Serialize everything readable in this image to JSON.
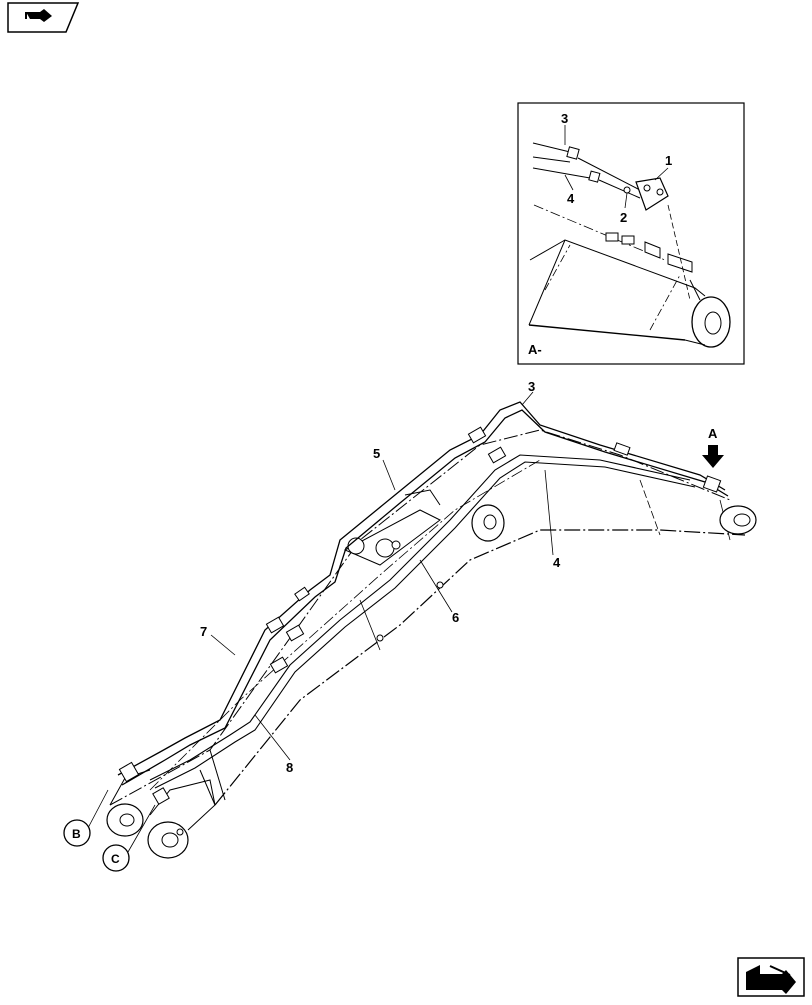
{
  "inset": {
    "label": "A-",
    "callouts": {
      "c1": "1",
      "c2": "2",
      "c3": "3",
      "c4": "4"
    }
  },
  "main": {
    "view_arrow": "A",
    "callouts": {
      "c3": "3",
      "c4": "4",
      "c5": "5",
      "c6": "6",
      "c7": "7",
      "c8": "8"
    },
    "circled": {
      "b": "B",
      "c": "C"
    }
  }
}
